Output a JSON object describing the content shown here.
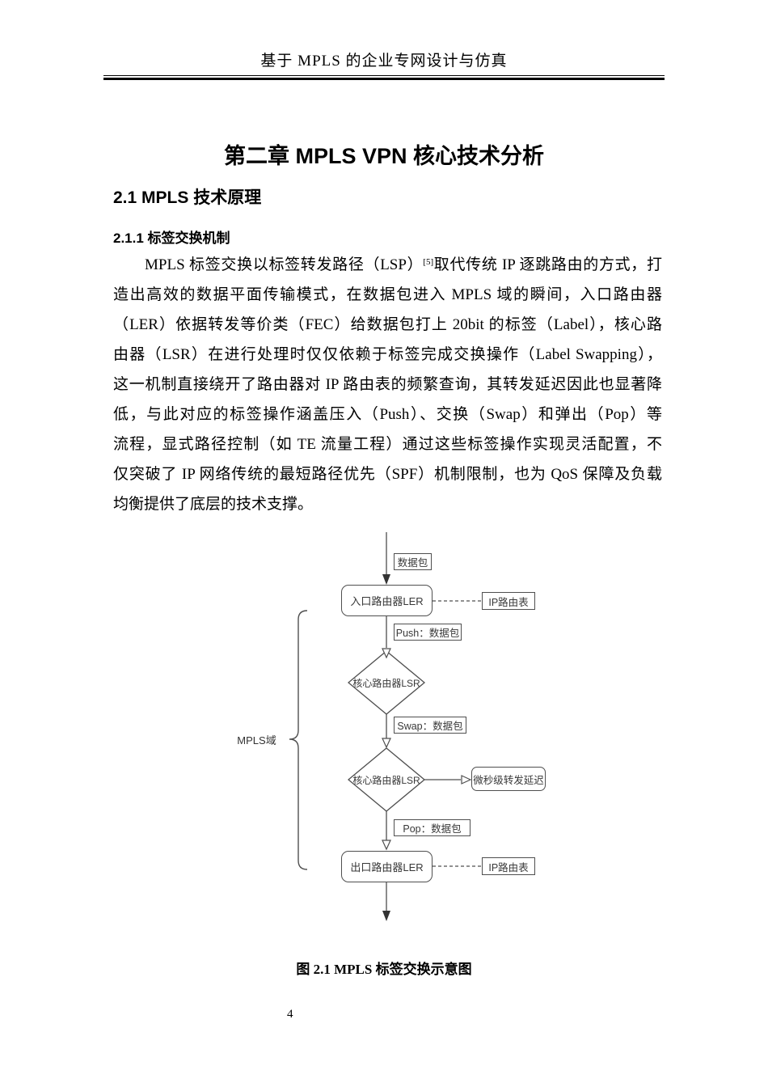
{
  "header": {
    "title": "基于 MPLS 的企业专网设计与仿真"
  },
  "chapter": {
    "title": "第二章 MPLS VPN 核心技术分析"
  },
  "section": {
    "title": "2.1 MPLS 技术原理"
  },
  "subsection": {
    "title": "2.1.1 标签交换机制"
  },
  "paragraph": {
    "l1_pre": "MPLS 标签交换以标签转发路径（LSP）",
    "l1_sup": "[5]",
    "l1_post": "取代传统 IP 逐跳路由的方式，打",
    "lines": [
      "造出高效的数据平面传输模式，在数据包进入 MPLS 域的瞬间，入口路由器",
      "（LER）依据转发等价类（FEC）给数据包打上 20bit 的标签（Label），核心路",
      "由器（LSR）在进行处理时仅仅依赖于标签完成交换操作（Label Swapping），",
      "这一机制直接绕开了路由器对 IP 路由表的频繁查询，其转发延迟因此也显著降",
      "低，与此对应的标签操作涵盖压入（Push）、交换（Swap）和弹出（Pop）等",
      "流程，显式路径控制（如 TE 流量工程）通过这些标签操作实现灵活配置，不",
      "仅突破了 IP 网络传统的最短路径优先（SPF）机制限制，也为 QoS 保障及负载",
      "均衡提供了底层的技术支撑。"
    ]
  },
  "figure": {
    "caption": "图 2.1 MPLS 标签交换示意图",
    "domain_label": "MPLS域",
    "packet_label": "数据包",
    "ingress_router": "入口路由器LER",
    "ip_table_top": "IP路由表",
    "push_label": "Push：数据包",
    "core_router_1": "核心路由器LSR",
    "swap_label": "Swap：数据包",
    "core_router_2": "核心路由器LSR",
    "delay_box": "微秒级转发延迟",
    "pop_label": "Pop：数据包",
    "egress_router": "出口路由器LER",
    "ip_table_bottom": "IP路由表",
    "stroke_color": "#4f4f4f"
  },
  "footer": {
    "page_number": "4"
  }
}
